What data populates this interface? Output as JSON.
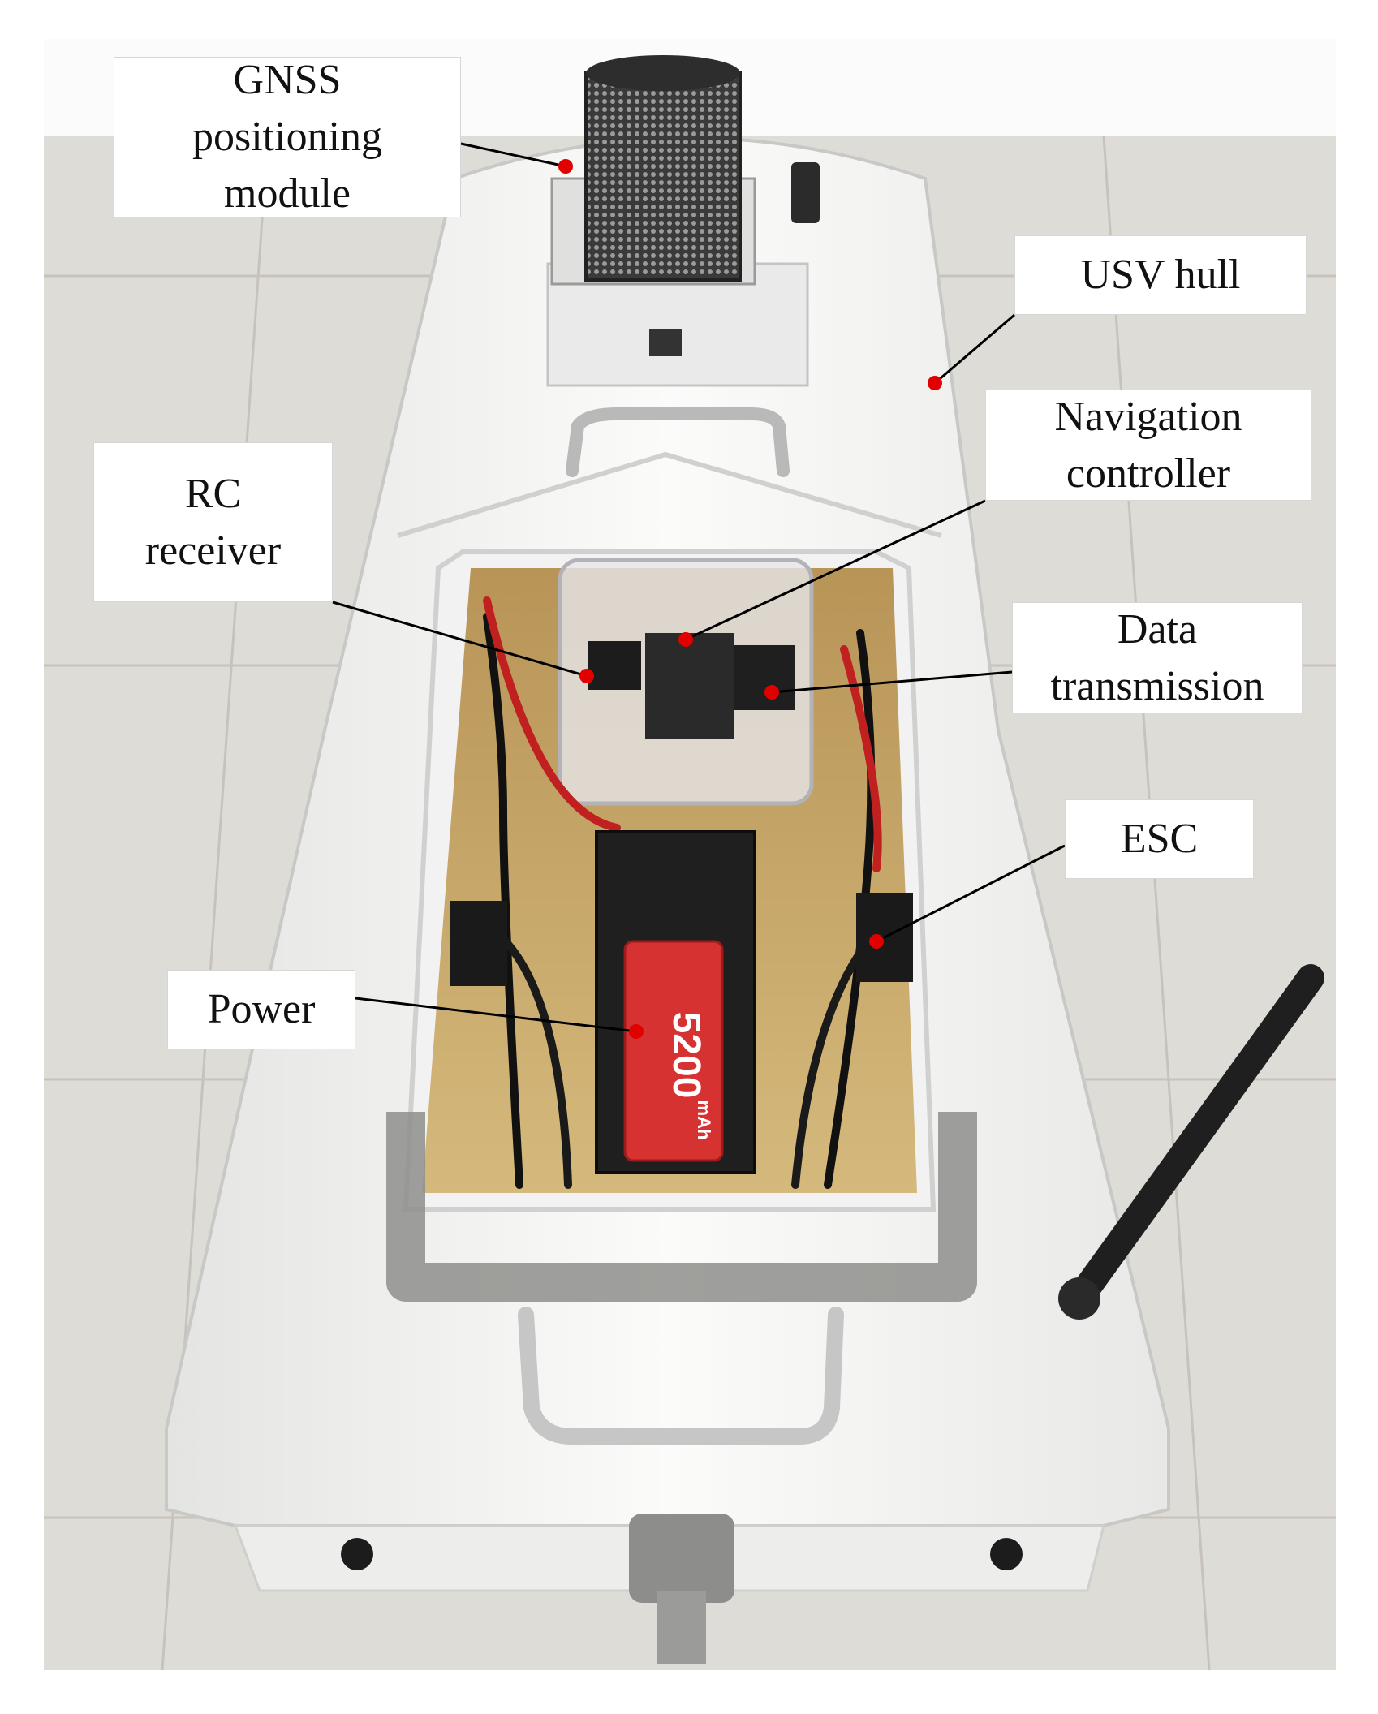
{
  "figure": {
    "labels": {
      "gnss": [
        "GNSS",
        "positioning",
        "module"
      ],
      "usv_hull": [
        "USV hull"
      ],
      "navigation_controller": [
        "Navigation",
        "controller"
      ],
      "rc_receiver": [
        "RC",
        "receiver"
      ],
      "data_transmission": [
        "Data",
        "transmission"
      ],
      "esc": [
        "ESC"
      ],
      "power": [
        "Power"
      ]
    },
    "battery_text": "5200",
    "battery_unit": "mAh",
    "colors": {
      "marker": "#e10000",
      "leader_line": "#000000",
      "hull": "#f4f4f2",
      "floor": "#d9d6d0",
      "bay": "#c9a866"
    }
  }
}
